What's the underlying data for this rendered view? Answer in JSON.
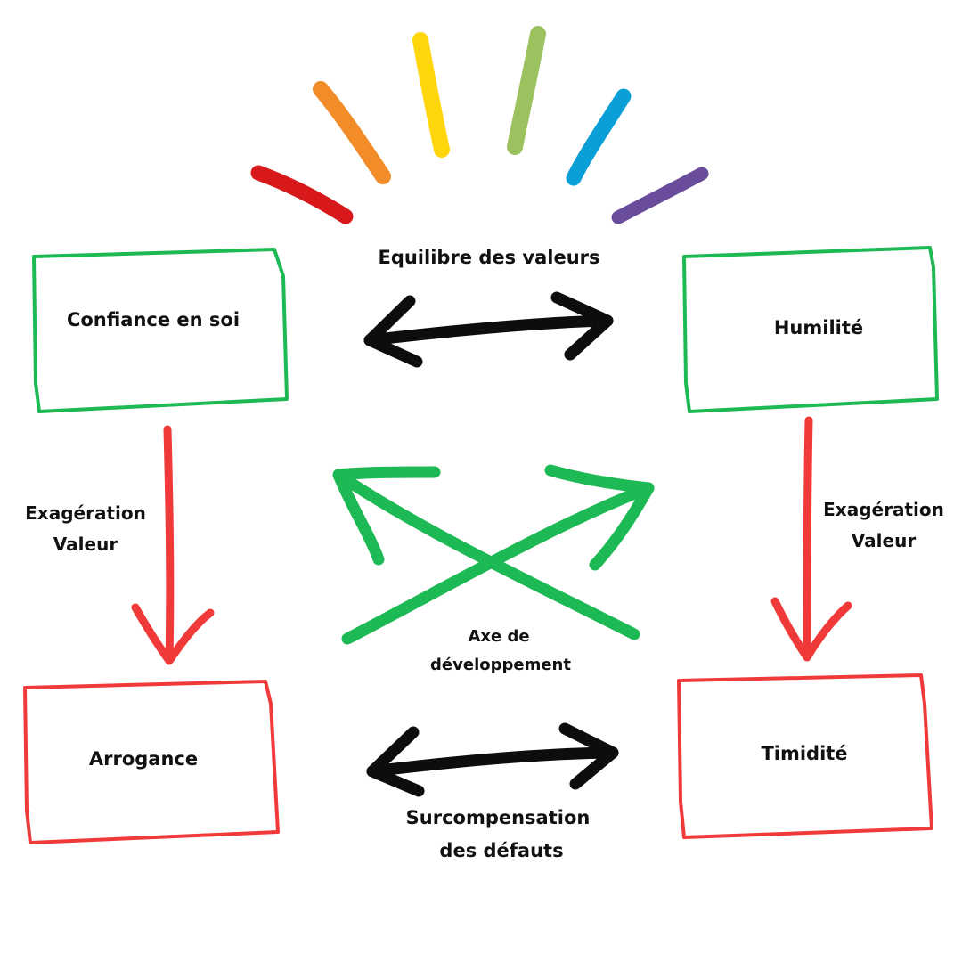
{
  "boxes": {
    "confiance": "Confiance en soi",
    "humilite": "Humilité",
    "arrogance": "Arrogance",
    "timidite": "Timidité"
  },
  "labels": {
    "equilibre": "Equilibre des valeurs",
    "exageration_left_line1": "Exagération",
    "exageration_left_line2": "Valeur",
    "exageration_right_line1": "Exagération",
    "exageration_right_line2": "Valeur",
    "axe_line1": "Axe de",
    "axe_line2": "développement",
    "surcomp_line1": "Surcompensation",
    "surcomp_line2": "des défauts"
  },
  "colors": {
    "positive": "#1DB954",
    "negative": "#F03A3A",
    "arrow_black": "#0d0d0d",
    "text": "#111111",
    "rays": [
      "#D7191C",
      "#F28C28",
      "#FFD60A",
      "#9BC25F",
      "#0B9FD8",
      "#6A4C9C"
    ]
  }
}
